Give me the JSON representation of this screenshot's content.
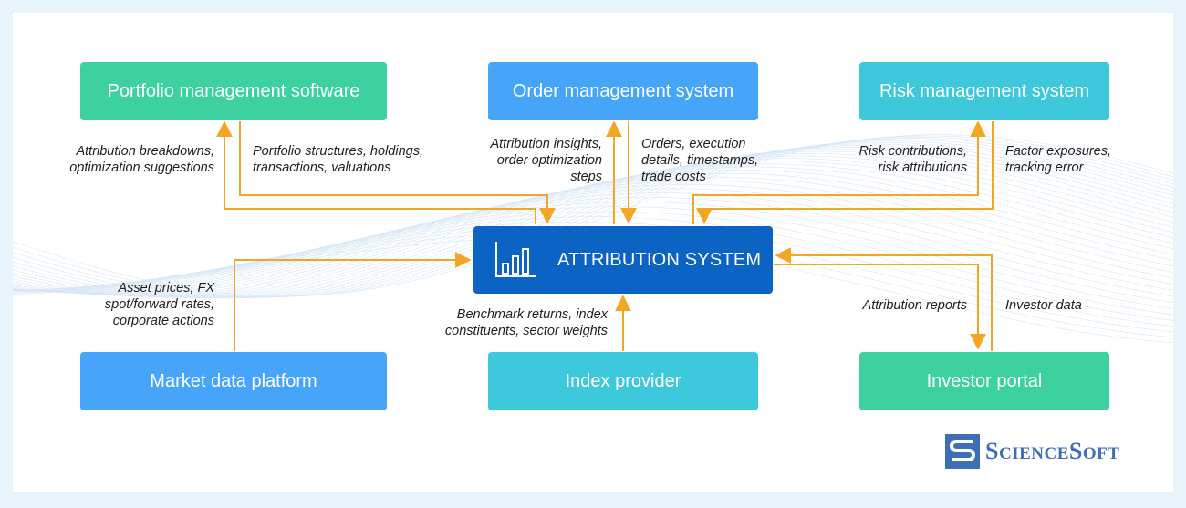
{
  "colors": {
    "green": "#3dd1a0",
    "blue": "#46a5f8",
    "teal": "#3ec8dc",
    "center": "#0b63c4",
    "arrow": "#f5a524",
    "logo": "#3f6eb8"
  },
  "nodes": {
    "portfolio": "Portfolio management software",
    "order": "Order management system",
    "risk": "Risk management system",
    "market": "Market data platform",
    "index": "Index provider",
    "investor": "Investor portal"
  },
  "center": {
    "label": "ATTRIBUTION SYSTEM",
    "icon": "bar-chart-icon"
  },
  "annotations": {
    "attribution_breakdowns": "Attribution breakdowns,\noptimization suggestions",
    "portfolio_structures": "Portfolio structures, holdings,\ntransactions, valuations",
    "attribution_insights": "Attribution insights,\norder optimization\nsteps",
    "orders_execution": "Orders, execution\ndetails, timestamps,\ntrade costs",
    "risk_contributions": "Risk contributions,\nrisk attributions",
    "factor_exposures": "Factor exposures,\ntracking error",
    "asset_prices": "Asset prices, FX\nspot/forward rates,\ncorporate actions",
    "benchmark_returns": "Benchmark returns, index\nconstituents, sector weights",
    "attribution_reports": "Attribution reports",
    "investor_data": "Investor data"
  },
  "logo": {
    "text_big1": "S",
    "text_small1": "CIENCE",
    "text_big2": "S",
    "text_small2": "OFT"
  }
}
